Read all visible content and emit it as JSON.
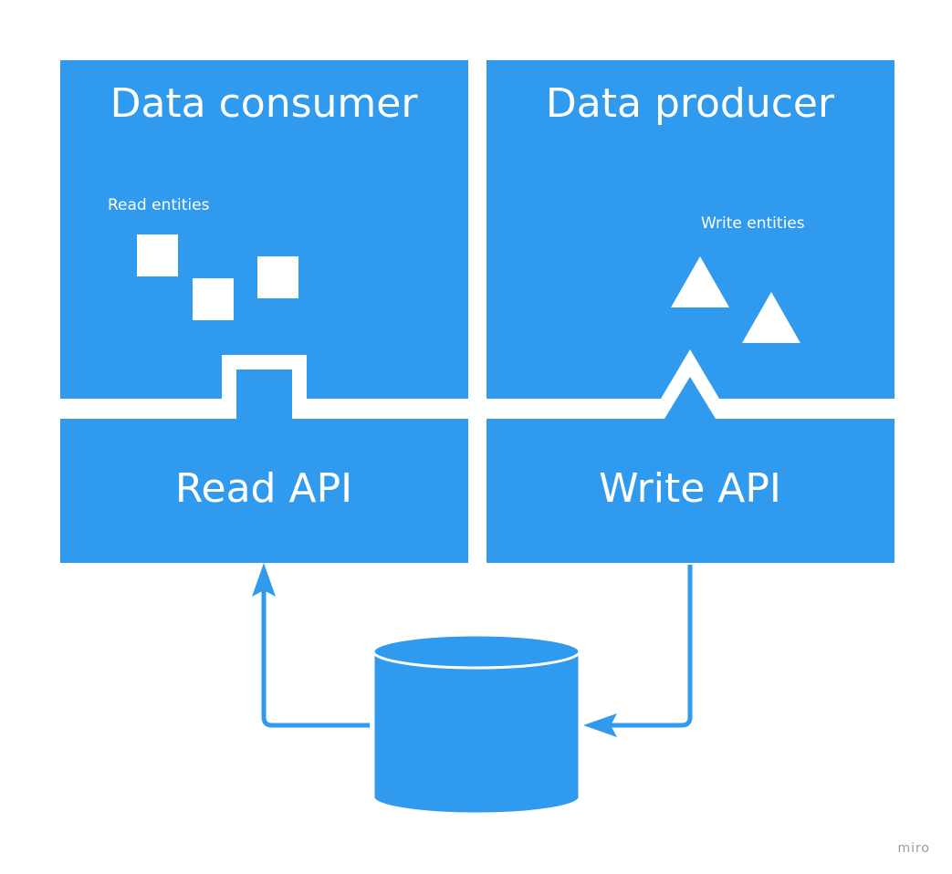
{
  "diagram": {
    "consumer": {
      "title": "Data consumer",
      "entities_label": "Read entities"
    },
    "producer": {
      "title": "Data producer",
      "entities_label": "Write entities"
    },
    "read_api": {
      "title": "Read API"
    },
    "write_api": {
      "title": "Write API"
    },
    "database": {
      "label": ""
    }
  },
  "watermark": "miro",
  "colors": {
    "accent": "#2f9aee",
    "background": "#ffffff",
    "label": "#ffffff",
    "watermark": "#9a9a9a"
  }
}
